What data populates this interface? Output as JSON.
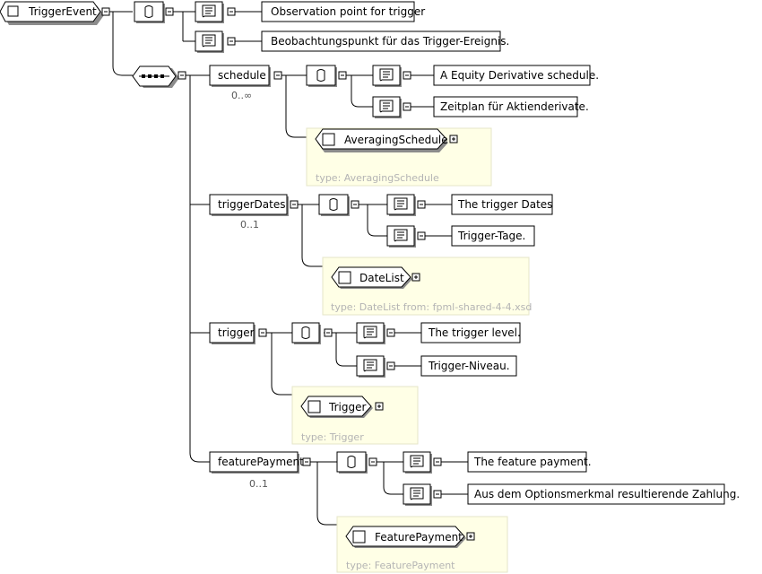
{
  "root": {
    "name": "TriggerEvent"
  },
  "root_docs": [
    "Observation point for trigger",
    "Beobachtungspunkt für das Trigger-Ereignis."
  ],
  "elements": [
    {
      "name": "schedule",
      "occurs": "0..∞",
      "docs": [
        "A Equity Derivative schedule.",
        "Zeitplan für Aktienderivate."
      ],
      "type_name": "AveragingSchedule",
      "type_info": "type: AveragingSchedule"
    },
    {
      "name": "triggerDates",
      "occurs": "0..1",
      "docs": [
        "The trigger Dates",
        "Trigger-Tage."
      ],
      "type_name": "DateList",
      "type_info": "type: DateList from: fpml-shared-4-4.xsd"
    },
    {
      "name": "trigger",
      "occurs": "",
      "docs": [
        "The trigger level.",
        "Trigger-Niveau."
      ],
      "type_name": "Trigger",
      "type_info": "type: Trigger"
    },
    {
      "name": "featurePayment",
      "occurs": "0..1",
      "docs": [
        "The feature payment.",
        "Aus dem Optionsmerkmal resultierende Zahlung."
      ],
      "type_name": "FeaturePayment",
      "type_info": "type: FeaturePayment"
    }
  ]
}
